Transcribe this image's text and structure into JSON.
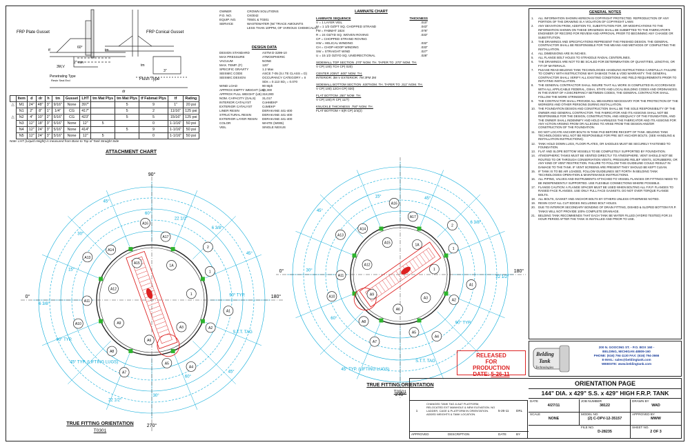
{
  "detail": {
    "frp_plate_gusset": "FRP Plate Gusset",
    "frp_conical_gusset": "FRP Conical Gusset",
    "penetrating_type": "Penetrating Type",
    "penetrating_sub": "Resin Seal End",
    "flush_type": "Flush Type",
    "dim_tf": "tf",
    "dim_3in": "3\"",
    "dim_60": "60°",
    "dim_tm": "tm",
    "dim_2min": "2\" min",
    "dim_3mv": "3M,V",
    "dim_dr": "dr",
    "dim_h": "h",
    "dim_a": "a"
  },
  "attachment_chart": {
    "title": "ATTACHMENT CHART",
    "headers": [
      "Item",
      "d",
      "dr",
      "h",
      "tm",
      "Gusset",
      "LHT",
      "tm Mat Plys",
      "tm Mat Plys",
      "tf Fabmat Plys",
      "tf",
      "Rating"
    ],
    "rows": [
      {
        "flag": "1",
        "cells": [
          "M1",
          "24\"",
          "48\"",
          "3\"",
          "9/16\"",
          "None",
          "397\"",
          "",
          "5",
          "9",
          "1\"",
          "20 psi"
        ]
      },
      {
        "flag": "",
        "cells": [
          "N1",
          "2\"",
          "8\"",
          "1\"",
          "1/4\"",
          "CG",
          "417\"",
          "",
          "5",
          "2",
          "11/16\"",
          "125 psi"
        ]
      },
      {
        "flag": "1",
        "cells": [
          "N2",
          "4\"",
          "10\"",
          "2\"",
          "5/16\"",
          "CG",
          "423\"",
          "",
          "5",
          "5",
          "15/16\"",
          "125 psi"
        ]
      },
      {
        "flag": "",
        "cells": [
          "N3",
          "12\"",
          "18\"",
          "3\"",
          "5/16\"",
          "None",
          "12\"",
          "5",
          "",
          "0",
          "1-1/16\"",
          "50 psi"
        ]
      },
      {
        "flag": "",
        "cells": [
          "N4",
          "12\"",
          "24\"",
          "3\"",
          "5/16\"",
          "None",
          "414\"",
          "",
          "5",
          "9",
          "1-1/16\"",
          "50 psi"
        ]
      },
      {
        "flag": "",
        "cells": [
          "N5",
          "12\"",
          "24\"",
          "3\"",
          "5/16\"",
          "None",
          "12\"",
          "5",
          "",
          "0",
          "1-1/16\"",
          "50 psi"
        ]
      }
    ],
    "note": "Note: LHT (Liquid Height) is measured from Base to Top of Tank Straight Side"
  },
  "owner_info": [
    {
      "label": "OWNER",
      "value": "CROWN SOLUTIONS"
    },
    {
      "label": "P.O. NO.",
      "value": "CK0042"
    },
    {
      "label": "EQUIP. NO.",
      "value": "T0501 & T0301"
    },
    {
      "label": "SERVICE",
      "value": "WASTEWATER (W/ TRACE AMOUNTS"
    },
    {
      "label": "",
      "value": "LESS THAN 10PPM, OF VARIOUS CHEMICALS)"
    }
  ],
  "design_data": {
    "title": "DESIGN DATA",
    "rows": [
      {
        "label": "DESIGN STANDARD",
        "value": "ASTM D-3299-10"
      },
      {
        "label": "MAX PRESSURE",
        "value": "ATMOSPHERIC"
      },
      {
        "label": "VACUUM",
        "value": "NONE"
      },
      {
        "label": "MAX. TEMP. (F)",
        "value": "120°"
      },
      {
        "label": "SPECIFIC GRAVITY",
        "value": "1.2 Max"
      },
      {
        "label": "SEISMIC CODE",
        "value": "ASCE 7-05 (S.I.TE CLASS = D)"
      },
      {
        "label": "SEISMIC DESIGN",
        "value": "OCCUPANCY CATEGORY = II"
      },
      {
        "label": "",
        "value": "SDs = 0.113    SD₁ = 0.070"
      },
      {
        "label": "WIND LOAD",
        "value": "90 Mph"
      },
      {
        "label": "APPROX EMPTY WEIGHT (LB)",
        "value": "10,300"
      },
      {
        "label": "APPROX FULL WEIGHT (LB)",
        "value": "318,000"
      },
      {
        "label": "NOM. CAPACITY (GALS)",
        "value": "31,017"
      },
      {
        "label": "INTERIOR CATALYST",
        "value": "CoHMEKP"
      },
      {
        "label": "EXTERIOR CATALYST",
        "value": "CoMEKP"
      },
      {
        "label": "LINER RESIN",
        "value": "DERAKANE 441-400"
      },
      {
        "label": "STRUCTURAL RESIN",
        "value": "DERAKANE 441-400"
      },
      {
        "label": "EXTERIOR LAYER RESIN",
        "value": "DERAKANE 441-400"
      },
      {
        "label": "COLOR",
        "value": "WHITE (W005)"
      },
      {
        "label": "VEIL",
        "value": "SINGLE NEXUS"
      }
    ]
  },
  "laminate_chart": {
    "title": "LAMINATE CHART",
    "seq_header": "LAMINATE SEQUENCE",
    "thk_header": "THICKNESS",
    "rows": [
      {
        "label": "V = 1 LAYER VEIL",
        "value": ".010\""
      },
      {
        "label": "M = 1 1/2 OZ/FT SQ. CHOPPED STRAND",
        "value": ".043\""
      },
      {
        "label": "FM = FABMAT 1824",
        "value": ".076\""
      },
      {
        "label": "R = 24 OZ/YD SQ. WOVEN ROVING",
        "value": ".033\""
      },
      {
        "label": "CP = CHOPPED STRAND ROVING",
        "value": ""
      },
      {
        "label": "HW = HELICAL WINDING",
        "value": ".032\""
      },
      {
        "label": "CH = CHOP-HOOP WINDING",
        "value": ".033\""
      },
      {
        "label": "SW = STRAIGHT WIND",
        "value": ".027\""
      },
      {
        "label": "U = 15 1/2 OZ/YD SQ. UNIDIRECTIONAL",
        "value": ".028\""
      }
    ],
    "sections": [
      {
        "head": "SIDEWALL TOP SECTION  .270\" NOM. TH. TAPER TO .270\" NOM. TH.",
        "body": "V CP( 100) 7CH CP( 020)"
      },
      {
        "head": "CENTER JOINT  .600\" NOM. TH.",
        "body": "INTERIOR: 3M V    EXTERIOR: 7M 3FM 2M"
      },
      {
        "head": "SIDEWALL BOTTOM SECTION .630\"NOM. TH. TAPER TO .311\" NOM. TH.",
        "body": "V CP( 100) 12CH CP( 020)"
      },
      {
        "head": "FLAT BOTTOM  .250\" NOM. TH.",
        "body": "V CP( 100) R CP( 11/7)"
      },
      {
        "head": "KNUCKLE THICKNESS  .750\" NOM. TH.",
        "body": "FLAT BOTTOM + 6(R CP) 2/4(2)"
      }
    ]
  },
  "general_notes": {
    "title": "GENERAL NOTES",
    "items": [
      "ALL INFORMATION SHOWN HEREON IS COPYRIGHT PROTECTED. REPRODUCTION OF ANY PORTION OF THE DRAWING IS A VIOLATION OF COPYRIGHT LAWS",
      "ANY DEVIATION FROM, ADDITION TO, SUBSTITUTION FOR, OR MODIFICATIONS TO THE INFORMATION SHOWN ON THESE DRAWINGS SHALL BE SUBMITTED TO THE FABRICATOR'S ENGINEER OF RECORD FOR REVIEW AND APPROVAL PRIOR TO BEGINNING ANY CHANGE OR SUBSTITUTION.",
      "THE DRAWINGS AND SPECIFICATIONS REPRESENT THE FINISHED DESIGN. THE GENERAL CONTRACTOR SHALL BE RESPONSIBLE FOR THE MEANS AND METHODS OF COMPLETING THE INSTALLATION.",
      "ALL DIMENSIONS ARE IN INCHES.",
      "ALL FLANGE BOLT HOLES TO STRADDLE RADIAL CENTERLINES.",
      "THE DRAWINGS ARE NOT TO BE SCALED FOR DETERMINATION OF QUANTITIES, LENGTHS, OR FIT OF MATERIALS.",
      "PLEASE READ BELDING TANK TECHNOLOGIES HANDLING INSTRUCTIONS CAREFULLY. FAILURE TO COMPLY WITH INSTRUCTIONS MAY DAMAGE TANK & VOID WARRANTY. THE GENERAL CONTRACTOR SHALL VERIFY ALL EXISTING CONDITIONS AND FIELD REQUIREMENTS PRIOR TO INITIATING INSTALLATION.",
      "THE GENERAL CONTRACTOR SHALL INSURE THAT ALL WORK IS COMPLETED IN ACCORDANCE WITH ALL APPLICABLE FEDERAL, OSHA, STATE AND LOCAL BUILDING CODES AND ORDINANCES. IN THE EVENT OF A DISCREPANCY BETWEEN CODES, THE GENERAL CONTRACTOR SHALL FOLLOW THE MORE STRINGENT.",
      "THE CONTRACTOR SHALL PROVIDE ALL MEASURES NECESSARY FOR THE PROTECTION OF THE WORKERS AND OTHER PERSONS DURING INSTALLATION.",
      "THE FOUNDATION DESIGN AND CONSTRUCTION SHALL BE THE SOLE RESPONSIBILITY OF THE OWNER AND GENERAL CONTRACTOR. THE FABRICATOR AND ITS ASSIGNS SHALL NOT BE RESPONSIBLE FOR THE DESIGN, CONSTRUCTION, AND ADEQUACY OF THE FOUNDATION, AND THE OWNER SHALL INDEMNIFY AND HOLD HARMLESS THE FABRICATOR AND ITS ASSIGNS FOR ANY ACTION ARISING FROM OR ALLEGING TO ARISE FROM THE DESIGN AND/OR CONSTRUCTION OF THE FOUNDATION.",
      "DO NOT LOCATE ANCHOR BOLTS IN TANK PAD BEFORE RECEIPT OF TANK. BELDING TANK TECHNOLOGIES WILL NOT BE RESPONSIBLE FOR PRE SET ANCHOR BOLTS. (SEE HANDLING & INSTALLATION INSTRUCTIONS).",
      "TANK HOLD DOWN LUGS, FLOOR PLATES, OR SADDLES MUST BE SECURELY FASTENED TO FOUNDATION.",
      "FLAT AND SLOPE BOTTOM VESSELS TO BE COMPLETELY SUPPORTED BY FOUNDATION.",
      "ATMOSPHERIC TANKS MUST BE VENTED DIRECTLY TO ATMOSPHERE. VENT SHOULD NOT BE ROUTED TO OR THROUGH CONSERVATION VENTS, PRESSURE RELIEF VENTS, SCRUBBERS, OR ANY KIND OF VENT RESTRICTION. FAILURE TO FOLLOW THIS GUIDELINE COULD RESULT IN DAMAGE TO THE TANK. IF VENT SCREENS ARE PRESENT THEY SHOULD BE KEPT CLEAN.",
      "IF TANK IS TO BE AIR LOADED, FOLLOW GUIDELINES SET FORTH IN BELDING TANK TECHNOLOGIES OPERATION & MAINTENANCE INSTRUCTIONS.",
      "ALL PIPING, VALVES AND INSTRUMENTS ATTACHED TO VESSEL FLANGES OR FITTINGS NEED TO BE INDEPENDENTLY SUPPORTED. USE FLEXIBLE CONNECTIONS WHERE POSSIBLE.",
      "FLANGE CAUTION: A FLANGE SPACER MUST BE USED WHEN BOLTING ALL F.R.P. FLANGES TO RAISED FACE FLANGES. USE ONLY FULL FACE GASKETS. DO NOT OVER TORQUE FLANGE BOLTS.",
      "ALL BOLTS, GASKET AND ANCHOR BOLTS BY OTHERS UNLESS OTHERWISE NOTED.",
      "RESIN COAT ALL CUT EDGES INCLUDING BOLT HOLES.",
      "DUE TO INTERIOR SECONDARY BONDING OF DRAIN FITTING, DISHED & SLOPED BOTTOM F.R.P. TANKS WILL NOT PROVIDE 100% COMPLETE DRAINAGE.",
      "BELDING TANK RECOMMENDS THAT EACH TANK BE WATER FILLED (HYDRO TESTED) FOR 24 HOUR PERIOD AFTER THE TANK IS INSTALLED AND PRIOR TO USE."
    ]
  },
  "company": {
    "logo_line1": "Belding",
    "logo_line2": "Tank",
    "logo_line3": "Technologies",
    "address1": "200 N. GOOCING ST. - P.O. BOX 160 -",
    "address2": "BELDING, MICHIGAN 48809-160",
    "phone": "PHONE: (616) 794-1130 FAX: (616) 794-3666",
    "email": "E-MAIL: sales@beldingtank.com",
    "website": "WEBSITE: www.beldingtank.com"
  },
  "stamp": {
    "line1": "RELEASED",
    "line2": "FOR",
    "line3": "PRODUCTION",
    "date_label": "DATE:",
    "date": "5-26-11"
  },
  "title_block": {
    "page_title": "ORIENTATION PAGE",
    "tank_title": "144\" DIA. x 429\" S.S. x 429\" HIGH F.R.P. TANK",
    "date_label": "DATE",
    "date": "4/27/11",
    "job_label": "JOB NUMBER",
    "job": "38122",
    "drawn_label": "DRAWN BY",
    "drawn": "WAD",
    "scale_label": "SCALE",
    "scale": "NONE",
    "model_label": "MODEL NO.",
    "model": "(2) C-OPV-12-35157",
    "approved_label": "APPROVED BY",
    "approved": "MWW",
    "file_label": "FILE NO.",
    "file": "D-28235",
    "sheet_label": "SHEET NO.",
    "sheet": "2  OF  3"
  },
  "revisions": {
    "rows": [
      {
        "num": "1",
        "desc": "CHANGED TANK TAG & A&T PLATFORM, RELOCATED EXT MANHOLE & NEW ELEVATION. NO LADDER, CAGE & PLATFORM IN ORIENTATION. ADDED WEIGHTS & TANK LOCATION.",
        "date": "5-26-11",
        "by": "DRL"
      }
    ],
    "h_approved": "APPROVED",
    "h_description": "DESCRIPTION",
    "h_date": "DATE",
    "h_by": "BY"
  },
  "orientation_left": {
    "title": "TRUE FITTING ORIENTATION",
    "tag": "T0301",
    "deg_top": "90°",
    "deg_right": "180°",
    "deg_left": "0°",
    "deg_bottom": "270°",
    "dims": [
      "22 1/2°",
      "6 3/8°",
      "45°",
      "90° TYP.",
      "S.T.T. TAG",
      "45°",
      "60°",
      "30°",
      "22 1/2°",
      "45° TYP. (LIFTING LUGS)",
      "90° TYP.",
      "6 3/8°",
      "15°",
      "30°",
      "45°",
      "60°"
    ],
    "fittings": [
      "A1",
      "A2",
      "A3",
      "A4",
      "A5",
      "A6",
      "A7",
      "A8",
      "A9",
      "A10",
      "A11",
      "A12",
      "A13",
      "A14",
      "A15",
      "A16",
      "A17",
      "1A",
      "2",
      "1",
      "1"
    ]
  },
  "orientation_right": {
    "title": "TRUE FITTING ORIENTATION",
    "tag": "T0501",
    "deg_top": "90°",
    "deg_right": "180°",
    "deg_left": "0°",
    "deg_bottom": "270°",
    "dims": [
      "45°",
      "6 3/8°",
      "22 1/2°",
      "90° TYP.",
      "S.T.T. TAG",
      "45° TYP. (LIFTING LUGS)",
      "60°",
      "30°",
      "45°",
      "15°"
    ],
    "fittings": [
      "A1",
      "A2",
      "A3",
      "A4",
      "A5",
      "A6",
      "A7",
      "A8",
      "A9",
      "A10",
      "A11",
      "A12",
      "A13",
      "A14",
      "A15",
      "A16",
      "A17",
      "1A",
      "2",
      "1",
      "1"
    ]
  }
}
